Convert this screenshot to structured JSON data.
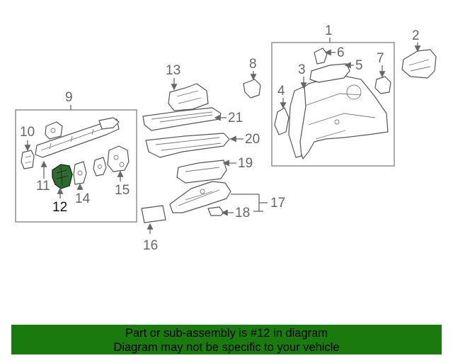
{
  "diagram": {
    "callouts": {
      "c1": "1",
      "c2": "2",
      "c3": "3",
      "c4": "4",
      "c5": "5",
      "c6": "6",
      "c7": "7",
      "c8": "8",
      "c9": "9",
      "c10": "10",
      "c11": "11",
      "c12": "12",
      "c13": "13",
      "c14": "14",
      "c15": "15",
      "c16": "16",
      "c17": "17",
      "c18": "18",
      "c19": "19",
      "c20": "20",
      "c21": "21"
    },
    "highlight_color": "#2e6b2e"
  },
  "banner": {
    "line1": "Part or sub-assembly is #12 in diagram",
    "line2": "Diagram may not be specific to your vehicle",
    "color": "#1a7a0e"
  }
}
